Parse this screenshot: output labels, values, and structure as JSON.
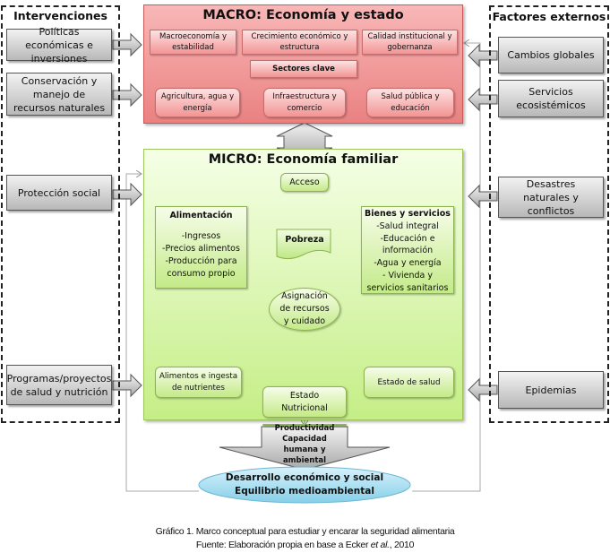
{
  "left_panel": {
    "title": "Intervenciones",
    "items": [
      {
        "label": "Políticas económicas e inversiones"
      },
      {
        "label": "Conservación y manejo de recursos naturales"
      },
      {
        "label": "Protección social"
      },
      {
        "label": "Programas/proyectos de salud y nutrición"
      }
    ]
  },
  "right_panel": {
    "title": "Factores externos",
    "items": [
      {
        "label": "Cambios globales"
      },
      {
        "label": "Servicios ecosistémicos"
      },
      {
        "label": "Desastres naturales y conflictos"
      },
      {
        "label": "Epidemias"
      }
    ]
  },
  "macro": {
    "title": "MACRO: Economía y estado",
    "top_boxes": [
      {
        "label": "Macroeconomía y estabilidad"
      },
      {
        "label": "Crecimiento económico y estructura"
      },
      {
        "label": "Calidad institucional y gobernanza"
      }
    ],
    "sectors_title": "Sectores clave",
    "sectors": [
      {
        "label": "Agricultura, agua y energía"
      },
      {
        "label": "Infraestructura y comercio"
      },
      {
        "label": "Salud pública y educación"
      }
    ]
  },
  "micro": {
    "title": "MICRO: Economía familiar",
    "acceso": "Acceso",
    "pobreza": "Pobreza",
    "alimentacion": {
      "title": "Alimentación",
      "lines": [
        "-Ingresos",
        "-Precios alimentos",
        "-Producción para consumo propio"
      ]
    },
    "bienes": {
      "title": "Bienes y servicios",
      "lines": [
        "-Salud integral",
        "-Educación e información",
        "-Agua y energía",
        "- Vivienda y servicios sanitarios"
      ]
    },
    "asignacion": "Asignación de recursos y cuidado",
    "alimentos_ingesta": "Alimentos e ingesta de nutrientes",
    "estado_salud": "Estado de salud",
    "estado_nutricional": "Estado Nutricional"
  },
  "outcome_arrow": {
    "line1": "Productividad",
    "line2": "Capacidad humana y ambiental"
  },
  "outcome_ellipse": {
    "line1": "Desarrollo económico y social",
    "line2": "Equilibrio medioambiental"
  },
  "caption": {
    "line1": "Gráfico 1. Marco conceptual para estudiar y encarar la seguridad alimentaria",
    "line2_prefix": "Fuente: Elaboración propia en base a Ecker ",
    "line2_italic": "et al.",
    "line2_suffix": ", 2010"
  },
  "colors": {
    "macro_fill": "#f29494",
    "micro_fill": "#c5ee86",
    "ellipse_fill": "#9ad8f0",
    "gray_box": "#c8c8c8"
  }
}
